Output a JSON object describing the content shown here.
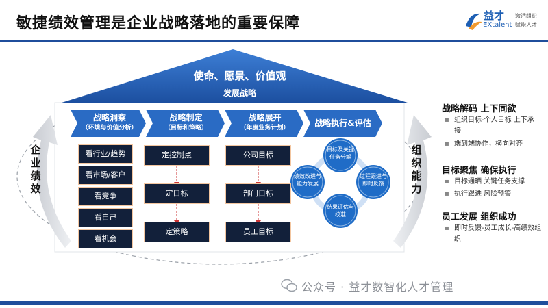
{
  "header": {
    "title": "敏捷绩效管理是企业战略落地的重要保障",
    "logo": {
      "cn": "益才",
      "en": "EXtalent",
      "slogan1": "激活组织",
      "slogan2": "赋能人才"
    }
  },
  "roof": {
    "line1": "使命、愿景、价值观",
    "line2": "发展战略"
  },
  "left_side": "企业绩效",
  "right_side": "组织能力",
  "chevrons": [
    {
      "title": "战略洞察",
      "sub": "（环境与价值分析）"
    },
    {
      "title": "战略制定",
      "sub": "（目标和策略）"
    },
    {
      "title": "战略展开",
      "sub": "（年度业务计划）"
    },
    {
      "title": "战略执行&评估",
      "sub": ""
    }
  ],
  "col1": [
    "看行业/趋势",
    "看市场/客户",
    "看竞争",
    "看自己",
    "看机会"
  ],
  "col2": [
    "定控制点",
    "定目标",
    "定策略"
  ],
  "col3": [
    "公司目标",
    "部门目标",
    "员工目标"
  ],
  "cycle": [
    "目标及关键任务分解",
    "过程跟进与即时反馈",
    "结果评估与校准",
    "绩效改进与能力发展"
  ],
  "right_panel": [
    {
      "heading": "战略解码 上下同欲",
      "bullets": [
        "组织目标-个人目标 上下承接",
        "端到端协作，横向对齐"
      ]
    },
    {
      "heading": "目标聚焦 确保执行",
      "bullets": [
        "目标通晒 关键任务支撑",
        "执行跟进 风险预警"
      ]
    },
    {
      "heading": "员工发展 组织成功",
      "bullets": [
        "即时反馈-员工成长-高绩效组织"
      ]
    }
  ],
  "watermark": "公众号 · 益才数智化人才管理",
  "colors": {
    "primary": "#1f4e9c",
    "chevron": "#2a6bc4",
    "box": "#12203a",
    "box_border": "#f3c6a0",
    "cycle": "#1f6cc7"
  }
}
